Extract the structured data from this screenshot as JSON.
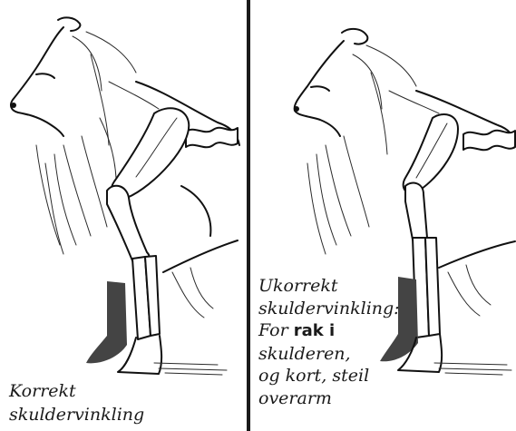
{
  "left": {
    "caption_lines": [
      "Korrekt",
      "skuldervinkling"
    ]
  },
  "right": {
    "caption_line1": "Ukorrekt",
    "caption_line2": "skuldervinkling:",
    "caption_line3_prefix": "For ",
    "caption_line3_bold": "rak i",
    "caption_line4": "skulderen,",
    "caption_line5": "og kort, steil",
    "caption_line6": "overarm"
  }
}
